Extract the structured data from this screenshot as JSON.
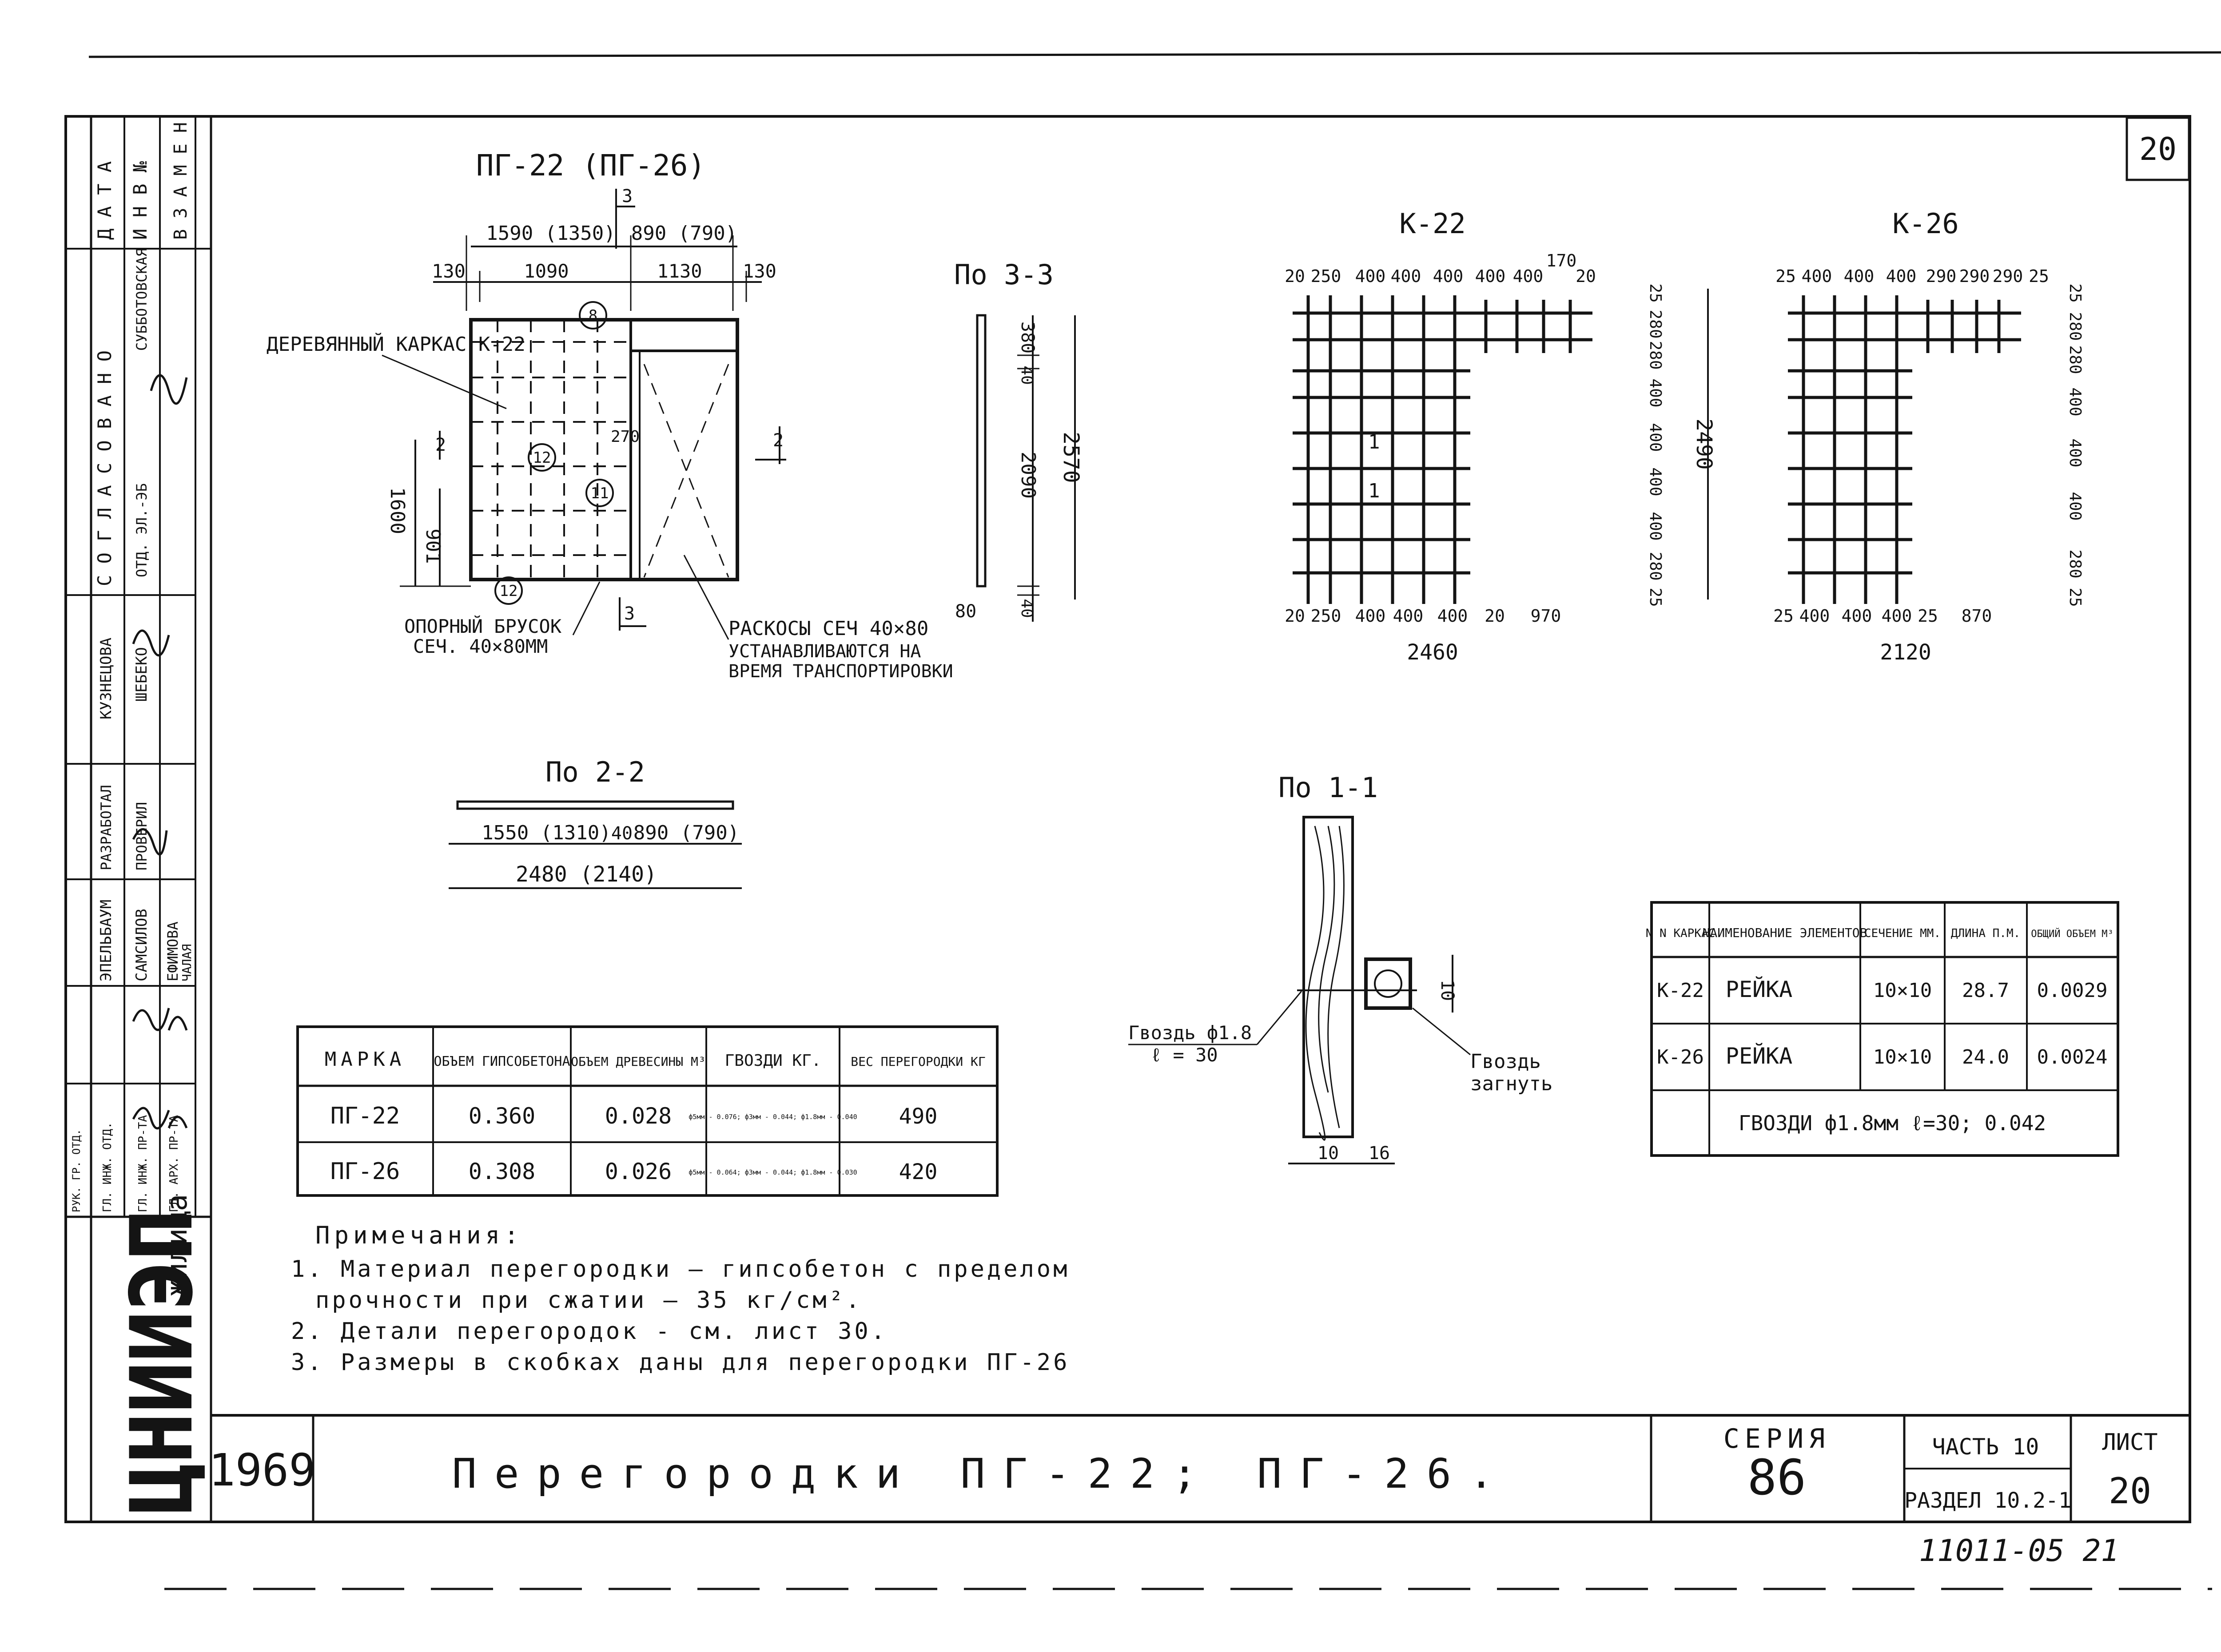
{
  "sheet": {
    "sheet_number_corner": "20",
    "archive_number": "11011-05   21",
    "year": "1969",
    "institute_logo": "ЦНИИЭП",
    "institute_suffix": "жилища",
    "title": "Перегородки  ПГ-22; ПГ-26.",
    "series_label": "СЕРИЯ",
    "series_value": "86",
    "part_label": "ЧАСТЬ 10",
    "section_label": "РАЗДЕЛ 10.2-1",
    "sheet_label": "ЛИСТ",
    "sheet_value": "20"
  },
  "side_stamp": {
    "header": [
      "Д А Т А",
      "И Н В №",
      "В З А М Е Н"
    ],
    "agreed_label": "С О Г Л А С О В А Н О",
    "agreed_names": [
      "СУББОТОВСКАЯ",
      "ОТД. ЭЛ.-ЭБ",
      "ШЕБЕКО",
      "КУЗНЕЦОВА"
    ],
    "roles": [
      "РАЗРАБОТАЛ",
      "ПРОВЕРИЛ"
    ],
    "names": [
      "ЭПЕЛЬБАУМ",
      "САМСИЛОВ",
      "ЕФИМОВА",
      "ЧАЛАЯ"
    ],
    "posts": [
      "ГЛ. ИНЖ. ОТД.",
      "ГЛ. ИНЖ. ПР-ТА",
      "ГЛ. АРХ. ПР-ТА",
      "РУК. ГР. ОТД."
    ]
  },
  "elevation": {
    "title": "ПГ-22 (ПГ-26)",
    "dims_top": [
      "1590 (1350)",
      "890 (790)"
    ],
    "dims_second": [
      "130",
      "1090",
      "1130",
      "130"
    ],
    "dims_left": [
      "1600",
      "901"
    ],
    "label_frame": "ДЕРЕВЯННЫЙ КАРКАС К-22",
    "label_bar_1": "ОПОРНЫЙ БРУСОК",
    "label_bar_2": "СЕЧ. 40×80ММ",
    "label_brace_1": "РАСКОСЫ СЕЧ 40×80",
    "label_brace_2": "УСТАНАВЛИВАЮТСЯ НА",
    "label_brace_3": "ВРЕМЯ ТРАНСПОРТИРОВКИ",
    "callouts": [
      "8",
      "12",
      "11",
      "12"
    ],
    "cut_marks": [
      "3",
      "2",
      "2",
      "3"
    ],
    "mid_dim": "270"
  },
  "section_33": {
    "title": "По 3-3",
    "dims": [
      "380",
      "40",
      "2090",
      "40",
      "80"
    ],
    "total": "2570"
  },
  "section_22": {
    "title": "По 2-2",
    "dims": [
      "1550 (1310)",
      "40",
      "890 (790)"
    ],
    "total": "2480 (2140)"
  },
  "section_11": {
    "title": "По 1-1",
    "nail_1": "Гвоздь ф1.8",
    "nail_1b": "ℓ = 30",
    "nail_2": "Гвоздь",
    "nail_2b": "загнуть",
    "dims_bottom": [
      "10",
      "16"
    ],
    "dim_side": "10"
  },
  "frame_k22": {
    "title": "К-22",
    "dims_top": [
      "20",
      "250",
      "400",
      "400",
      "400",
      "400",
      "400",
      "170",
      "20"
    ],
    "dims_bottom": [
      "20",
      "250",
      "400",
      "400",
      "400",
      "20",
      "970"
    ],
    "total": "2460",
    "dims_right": [
      "25",
      "280",
      "280",
      "400",
      "400",
      "400",
      "400",
      "280",
      "25"
    ],
    "total_right": "2490",
    "marks": [
      "1",
      "1"
    ]
  },
  "frame_k26": {
    "title": "К-26",
    "dims_top": [
      "25",
      "400",
      "400",
      "400",
      "290",
      "290",
      "290",
      "25"
    ],
    "dims_bottom": [
      "25",
      "400",
      "400",
      "400",
      "25",
      "870"
    ],
    "total": "2120",
    "dims_right": [
      "25",
      "280",
      "280",
      "400",
      "400",
      "400",
      "280",
      "25"
    ]
  },
  "spec_table": {
    "headers": [
      "МАРКА",
      "ОБЪЕМ ГИПСОБЕТОНА",
      "ОБЪЕМ ДРЕВЕСИНЫ М³",
      "ГВОЗДИ КГ.",
      "ВЕС ПЕРЕГОРОДКИ КГ"
    ],
    "rows": [
      [
        "ПГ-22",
        "0.360",
        "0.028",
        "ф5мм - 0.076; ф3мм - 0.044; ф1.8мм - 0.040",
        "490"
      ],
      [
        "ПГ-26",
        "0.308",
        "0.026",
        "ф5мм - 0.064; ф3мм - 0.044; ф1.8мм - 0.030",
        "420"
      ]
    ]
  },
  "frame_table": {
    "headers": [
      "N N КАРКАС",
      "НАИМЕНОВАНИЕ ЭЛЕМЕНТОВ",
      "СЕЧЕНИЕ ММ.",
      "ДЛИНА П.М.",
      "ОБЩИЙ ОБЪЕМ М³"
    ],
    "rows": [
      [
        "К-22",
        "РЕЙКА",
        "10×10",
        "28.7",
        "0.0029"
      ],
      [
        "К-26",
        "РЕЙКА",
        "10×10",
        "24.0",
        "0.0024"
      ]
    ],
    "footer": "ГВОЗДИ  ф1.8мм  ℓ=30;  0.042"
  },
  "notes": {
    "heading": "Примечания:",
    "items": [
      "1. Материал перегородки — гипсобетон с пределом",
      "прочности при сжатии — 35 кг/см².",
      "2. Детали перегородок - см. лист 30.",
      "3. Размеры в скобках даны для перегородки ПГ-26"
    ]
  }
}
